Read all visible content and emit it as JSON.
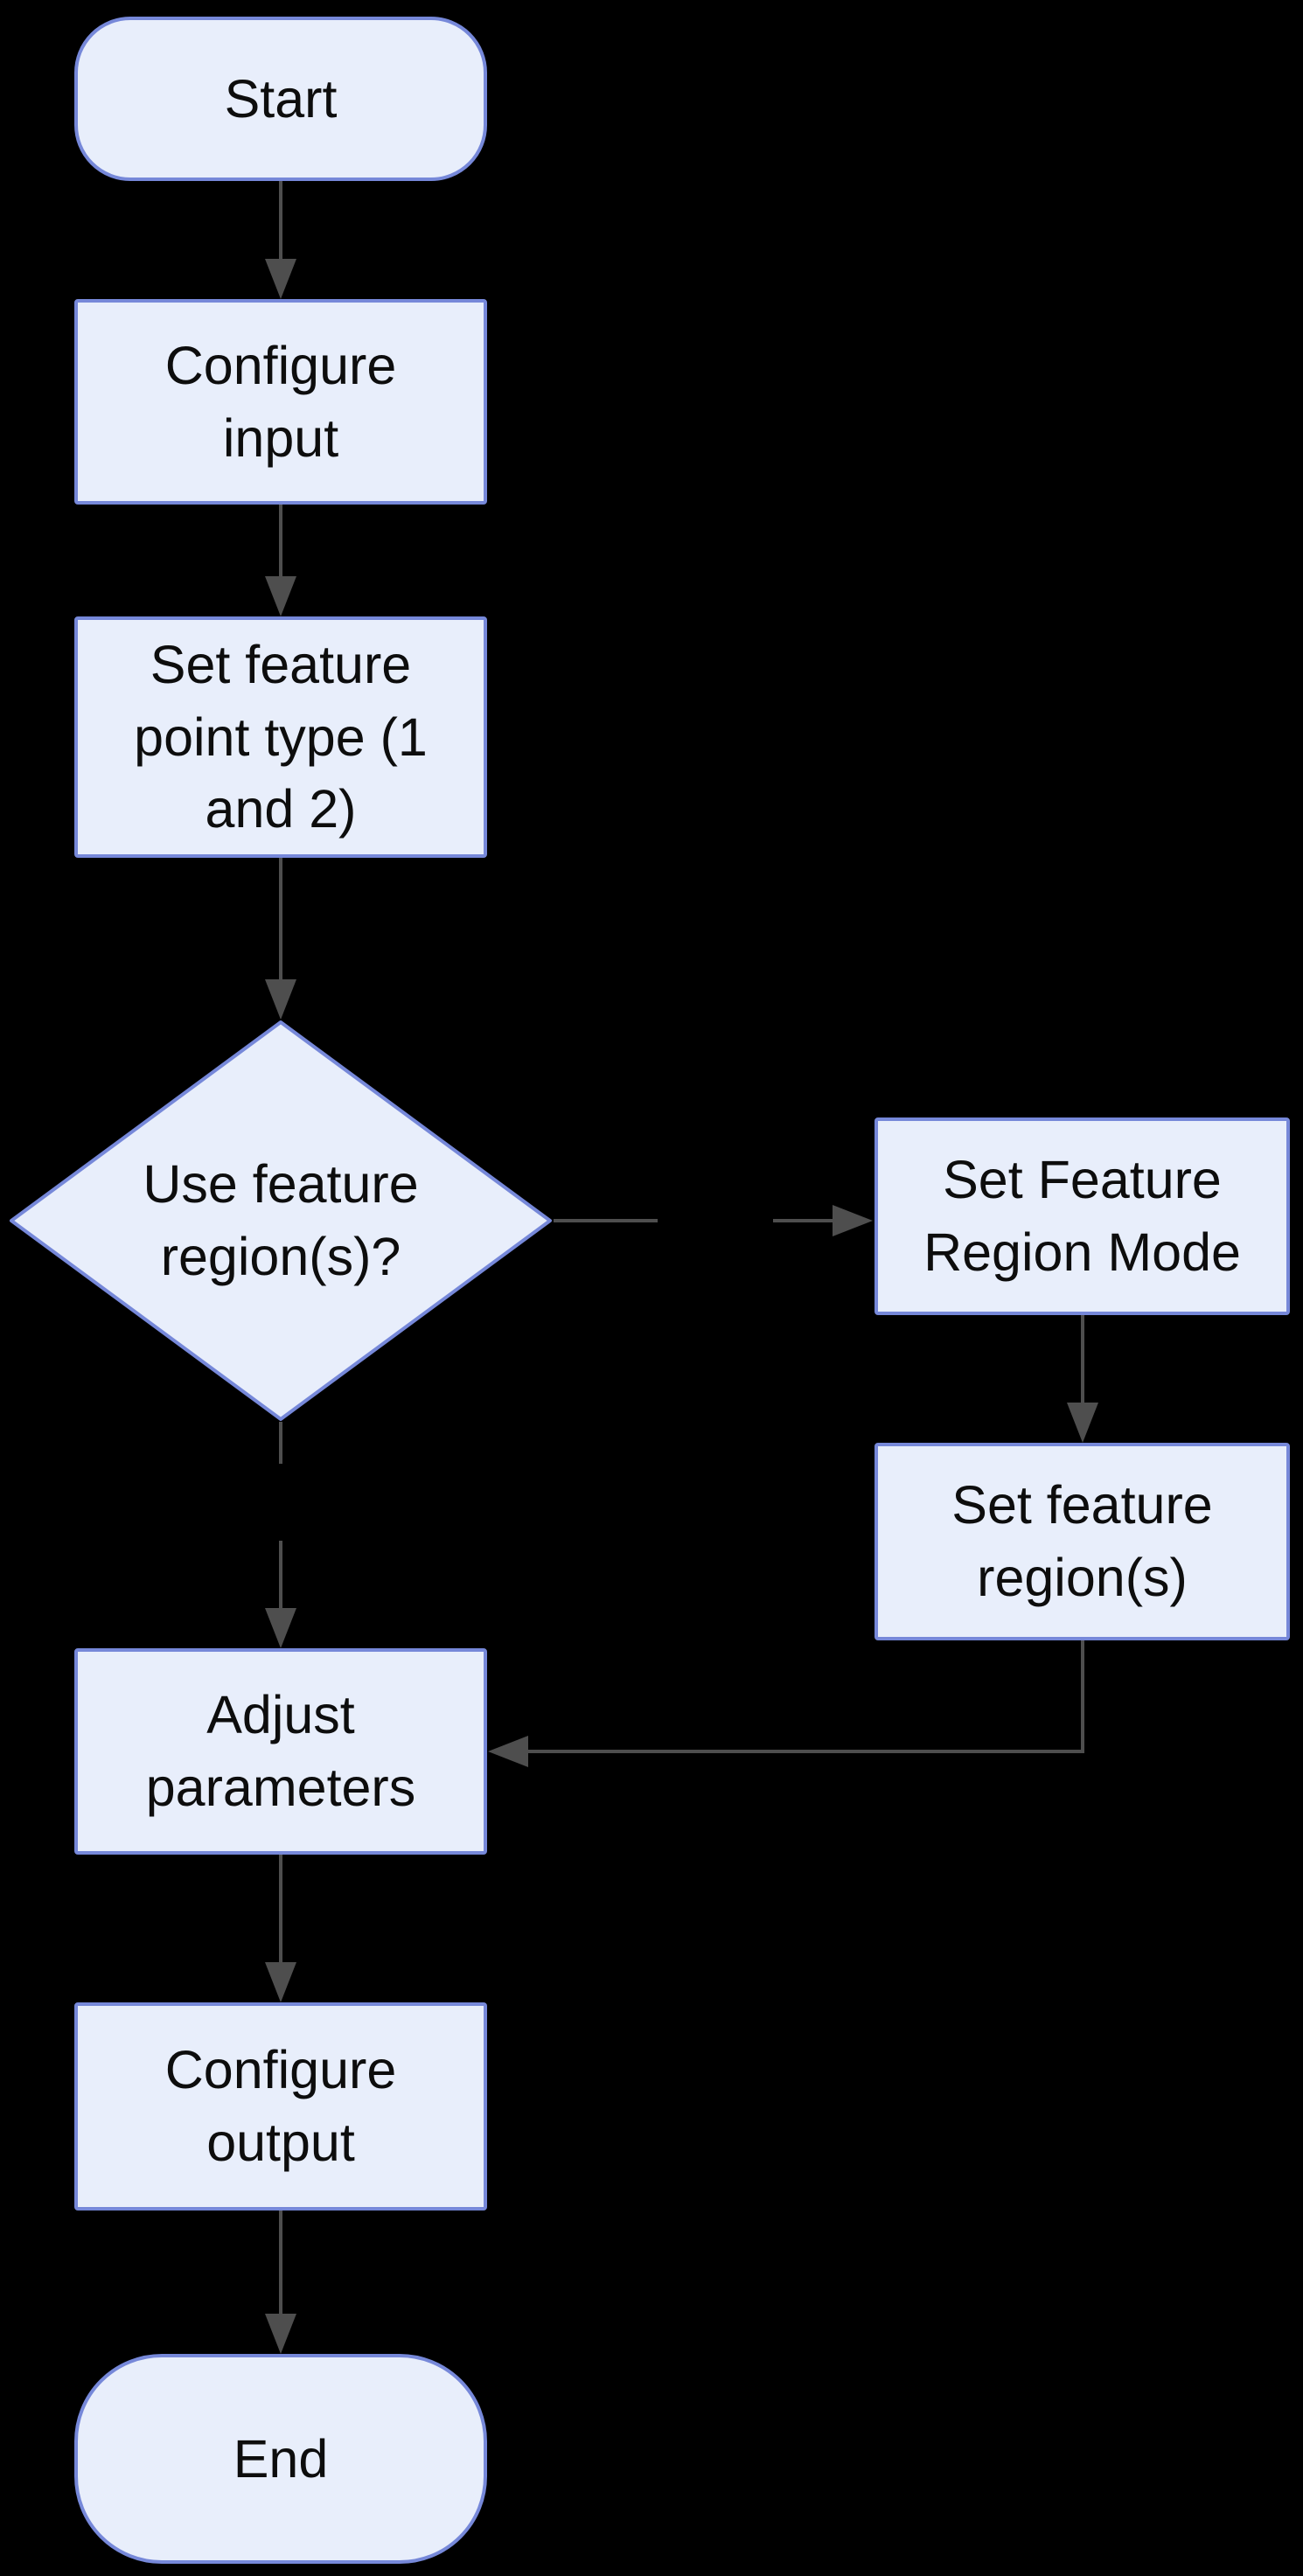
{
  "diagram": {
    "type": "flowchart",
    "direction": "top-down",
    "colors": {
      "background": "#000000",
      "node_fill": "#e8eefb",
      "node_border": "#7688d9",
      "edge": "#4e4e4e",
      "text": "#0d0d0d"
    },
    "nodes": {
      "start": {
        "label": "Start",
        "shape": "stadium"
      },
      "configure_input": {
        "label": "Configure input",
        "shape": "process"
      },
      "set_feature_point_type": {
        "label": "Set feature point type (1 and 2)",
        "shape": "process"
      },
      "use_feature_regions": {
        "label": "Use feature region(s)?",
        "shape": "decision"
      },
      "set_feature_region_mode": {
        "label": "Set Feature Region Mode",
        "shape": "process"
      },
      "set_feature_regions": {
        "label": "Set feature region(s)",
        "shape": "process"
      },
      "adjust_parameters": {
        "label": "Adjust parameters",
        "shape": "process"
      },
      "configure_output": {
        "label": "Configure output",
        "shape": "process"
      },
      "end": {
        "label": "End",
        "shape": "stadium"
      }
    },
    "edges": [
      {
        "from": "start",
        "to": "configure_input"
      },
      {
        "from": "configure_input",
        "to": "set_feature_point_type"
      },
      {
        "from": "set_feature_point_type",
        "to": "use_feature_regions"
      },
      {
        "from": "use_feature_regions",
        "to": "set_feature_region_mode"
      },
      {
        "from": "set_feature_region_mode",
        "to": "set_feature_regions"
      },
      {
        "from": "set_feature_regions",
        "to": "adjust_parameters"
      },
      {
        "from": "use_feature_regions",
        "to": "adjust_parameters"
      },
      {
        "from": "adjust_parameters",
        "to": "configure_output"
      },
      {
        "from": "configure_output",
        "to": "end"
      }
    ]
  }
}
